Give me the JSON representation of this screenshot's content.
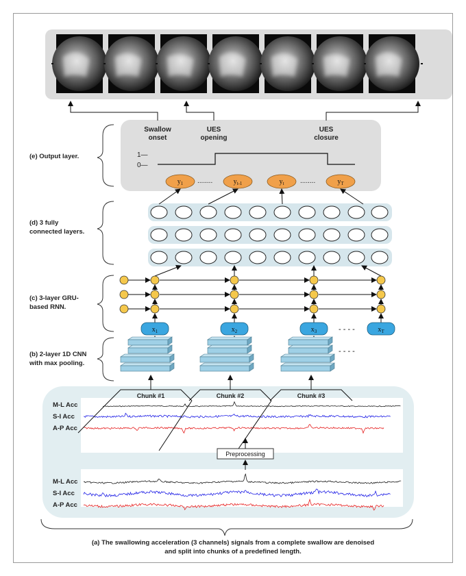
{
  "stages": {
    "a": "(a) The swallowing acceleration (3 channels) signals from a complete swallow are denoised",
    "a_line2": "and split into chunks of a predefined length.",
    "b_line1": "(b) 2-layer 1D CNN",
    "b_line2": "with max pooling.",
    "c_line1": "(c) 3-layer GRU-",
    "c_line2": "based RNN.",
    "d_line1": "(d) 3 fully",
    "d_line2": "connected layers.",
    "e": "(e) Output layer."
  },
  "output": {
    "events": [
      {
        "line1": "Swallow",
        "line2": "onset"
      },
      {
        "line1": "UES",
        "line2": "opening"
      },
      {
        "line1": "UES",
        "line2": "closure"
      }
    ],
    "tick_high": "1—",
    "tick_low": "0—",
    "outputs": [
      "y",
      "y",
      "y",
      "y"
    ],
    "output_subs": [
      "1",
      "t-1",
      "t",
      "T"
    ]
  },
  "inputs": [
    "x",
    "x",
    "x",
    "x"
  ],
  "input_subs": [
    "1",
    "2",
    "3",
    "T"
  ],
  "chunks": [
    "Chunk #1",
    "Chunk #2",
    "Chunk #3"
  ],
  "channels": [
    "M-L Acc",
    "S-I Acc",
    "A-P Acc"
  ],
  "preprocessing": "Preprocessing",
  "colors": {
    "ml": "#1a1a1a",
    "si": "#1f1fe6",
    "ap": "#e61f1f",
    "node": "#f5c84c",
    "input": "#3aa6e0",
    "output": "#f0a04a",
    "cnn": "#9fd0e6"
  }
}
